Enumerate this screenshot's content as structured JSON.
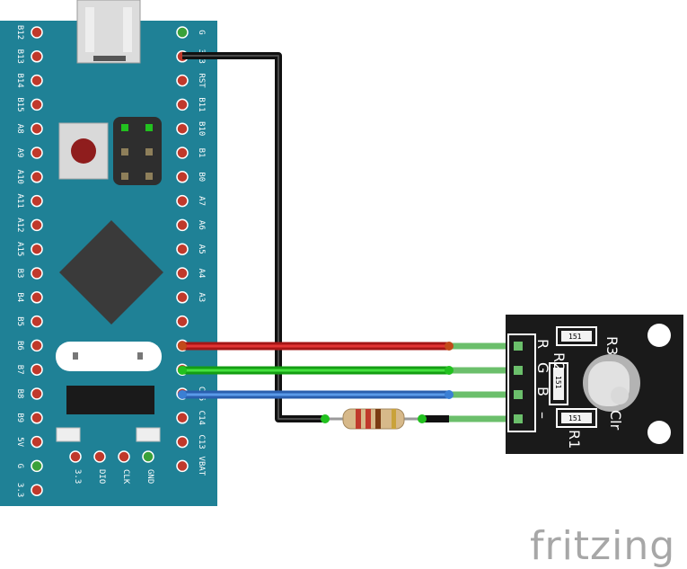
{
  "board": {
    "left_pins": [
      "B12",
      "B13",
      "B14",
      "B15",
      "A8",
      "A9",
      "A10",
      "A11",
      "A12",
      "A15",
      "B3",
      "B4",
      "B5",
      "B6",
      "B7",
      "B8",
      "B9",
      "5V",
      "G",
      "3.3"
    ],
    "right_pins": [
      "G",
      "3.3",
      "RST",
      "B11",
      "B10",
      "B1",
      "B0",
      "A7",
      "A6",
      "A5",
      "A4",
      "A3",
      "",
      "",
      "",
      "C15",
      "C14",
      "C13",
      "VBAT"
    ],
    "bottom_pins": [
      "3.3",
      "DIO",
      "CLK",
      "GND"
    ]
  },
  "module": {
    "pins": [
      "R",
      "G",
      "B",
      "–"
    ],
    "resistors": [
      {
        "ref": "R3",
        "value": "151"
      },
      {
        "ref": "R2",
        "value": "151"
      },
      {
        "ref": "R1",
        "value": "151"
      }
    ],
    "corner_text": "Clr"
  },
  "branding": "fritzing",
  "colors": {
    "board": "#1f8196",
    "pin_red": "#c0392b",
    "wire_black": "#1b1b1b",
    "wire_red": "#cc1f1f",
    "wire_green": "#22c11f",
    "wire_blue": "#3b7fd4",
    "module": "#1a1a1a"
  }
}
